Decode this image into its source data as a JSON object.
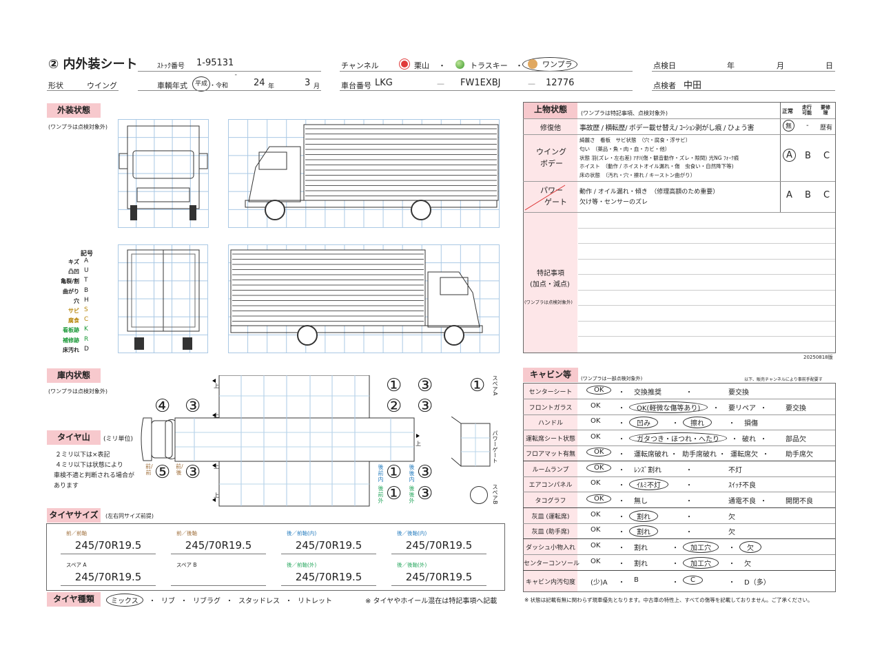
{
  "header": {
    "title": "② 内外装シート",
    "stock_label": "ｽﾄｯｸ番号",
    "stock_no": "1-95131",
    "channel_label": "チャンネル",
    "channels": [
      "栗山",
      "トラスキー",
      "ワンプラ"
    ],
    "dot": "・",
    "inspect_date_label": "点検日",
    "year": "年",
    "month": "月",
    "day": "日",
    "shape_label": "形状",
    "shape": "ウイング",
    "model_year_label": "車輌年式",
    "era_heisei": "平成",
    "era_reiwa": "・令和",
    "tick": "ˉ",
    "year_value": "24",
    "year_unit": "年",
    "month_value": "3",
    "month_unit": "月",
    "chassis_label": "車台番号",
    "chassis_1": "LKG",
    "dash": "—",
    "chassis_2": "FW1EXBJ",
    "chassis_3": "12776",
    "inspector_label": "点検者",
    "inspector": "中田"
  },
  "exterior": {
    "title": "外装状態",
    "note": "(ワンプラは点検対象外)",
    "legend_title": "記号",
    "legend": [
      {
        "label": "キズ",
        "code": "A",
        "color": "#222"
      },
      {
        "label": "凸凹",
        "code": "U",
        "color": "#222"
      },
      {
        "label": "亀裂/割",
        "code": "T",
        "color": "#222"
      },
      {
        "label": "曲がり",
        "code": "B",
        "color": "#222"
      },
      {
        "label": "穴",
        "code": "H",
        "color": "#222"
      },
      {
        "label": "サビ",
        "code": "S",
        "color": "#b8860b"
      },
      {
        "label": "腐食",
        "code": "C",
        "color": "#b8860b"
      },
      {
        "label": "看板跡",
        "code": "K",
        "color": "#1e9a3a"
      },
      {
        "label": "補修跡",
        "code": "R",
        "color": "#1e9a3a"
      },
      {
        "label": "床汚れ",
        "code": "D",
        "color": "#222"
      }
    ]
  },
  "interior": {
    "title": "庫内状態",
    "note": "(ワンプラは点検対象外)",
    "up": "上",
    "power_gate": "パワーゲート",
    "spare_a": "スペアA",
    "spare_b": "スペアB"
  },
  "tread": {
    "title": "タイヤ山",
    "unit": "(ミリ単位)",
    "notes": [
      "２ミリ以下は×表記",
      "４ミリ以下は状態により",
      "車検不適と判断される場合が",
      "あります"
    ],
    "values": {
      "front_front_right": "④",
      "front_rear_right": "③",
      "front_front_left": "⑤",
      "front_rear_left": "③",
      "rear_front_inner_r": "①",
      "rear_rear_inner_r": "③",
      "rear_front_outer_r": "②",
      "rear_rear_outer_r": "③",
      "rear_front_inner_l": "①",
      "rear_rear_inner_l": "③",
      "rear_front_outer_l": "①",
      "rear_rear_outer_l": "③",
      "spare_a": "①",
      "spare_b": ""
    },
    "pos_labels": {
      "ff": "前/前",
      "fr": "前/後",
      "rfi": "後前内",
      "rri": "後後内",
      "rfo": "後前外",
      "rro": "後後外"
    }
  },
  "tire_size": {
    "title": "タイヤサイズ",
    "note": "(左右同サイズ前提)",
    "cells": [
      {
        "label": "前／前軸",
        "value": "245/70R19.5",
        "color": "#a0703c"
      },
      {
        "label": "前／後軸",
        "value": "245/70R19.5",
        "color": "#a0703c"
      },
      {
        "label": "後／前軸(内)",
        "value": "245/70R19.5",
        "color": "#2a7fc0"
      },
      {
        "label": "後／後軸(内)",
        "value": "245/70R19.5",
        "color": "#2a7fc0"
      },
      {
        "label": "スペア A",
        "value": "245/70R19.5",
        "color": "#222"
      },
      {
        "label": "スペア B",
        "value": "",
        "color": "#222"
      },
      {
        "label": "後／前軸(外)",
        "value": "245/70R19.5",
        "color": "#2aa860"
      },
      {
        "label": "後／後軸(外)",
        "value": "245/70R19.5",
        "color": "#2aa860"
      }
    ]
  },
  "tire_type": {
    "title": "タイヤ種類",
    "options": [
      "ミックス",
      "リブ",
      "リブラグ",
      "スタッドレス",
      "リトレット"
    ],
    "selected": "ミックス",
    "note": "※ タイヤやホイール混在は特記事項へ記載"
  },
  "body": {
    "title": "上物状態",
    "note": "(ワンプラは特記事項、点検対象外)",
    "col_heads": [
      "正常",
      "走行可能",
      "要修理"
    ],
    "repair": {
      "label": "修復他",
      "text": "事故歴 / 横転歴/ ボデー載せ替え/ ｺｰｼｮﾝ剥がし痕 /  ひょう害",
      "grades": [
        "無",
        "-",
        "歴有"
      ],
      "selected": "無"
    },
    "wing": {
      "label1": "ウイング",
      "label2": "ボデー",
      "lines": [
        "綺麗さ　看板　サビ状態　（穴・腐食・浮サビ）",
        "匂い　（薬品・魚・肉・血・カビ・他）",
        "状態 羽(ズレ・左右差) ｱｵﾘ(傷・観音動作・ズレ・隙間) 光NG ﾌｫｰｸ痕",
        "ホイスト　（動作 / ホイストオイル漏れ・傷　虫食い・自然降下等)",
        "床の状態　（汚れ・穴・擦れ / キーストン曲がり）"
      ],
      "grades": [
        "A",
        "B",
        "C"
      ],
      "selected": "A"
    },
    "power_gate": {
      "label1": "パワー",
      "label2": "ゲート",
      "lines": [
        "動作 / オイル漏れ・傾き　（修理高額のため重要）",
        "欠け等・センサーのズレ"
      ],
      "grades": [
        "A",
        "B",
        "C"
      ]
    },
    "remarks": {
      "label1": "特記事項",
      "label2": "(加点・減点)",
      "note": "(ワンプラは点検対象外)"
    },
    "version": "20250818版"
  },
  "cabin": {
    "title": "キャビン等",
    "note": "(ワンプラは一部点検対象外)",
    "note_right": "以下、販売チャンネルにより事前手配要す",
    "rows": [
      {
        "label": "センターシート",
        "cells": [
          [
            "OK",
            1
          ],
          [
            "・",
            0
          ],
          [
            "交換推奨",
            0
          ],
          [
            "",
            0
          ],
          [
            "・",
            0
          ],
          [
            "要交換",
            0
          ]
        ]
      },
      {
        "label": "フロントガラス",
        "cells": [
          [
            "OK",
            0
          ],
          [
            "・",
            0
          ],
          [
            "OK(軽微な傷等あり)",
            1
          ],
          [
            "",
            0
          ],
          [
            "・",
            0
          ],
          [
            "要リペア",
            0
          ],
          [
            "・",
            0
          ],
          [
            "要交換",
            0
          ]
        ]
      },
      {
        "label": "ハンドル",
        "cells": [
          [
            "OK",
            0
          ],
          [
            "・",
            0
          ],
          [
            "凹み",
            1
          ],
          [
            "・",
            0
          ],
          [
            "擦れ",
            1
          ],
          [
            "・",
            0
          ],
          [
            "損傷",
            0
          ]
        ]
      },
      {
        "label": "運転席シート状態",
        "cells": [
          [
            "OK",
            0
          ],
          [
            "・",
            0
          ],
          [
            "ガタつき・ほつれ・へたり",
            1
          ],
          [
            "",
            0
          ],
          [
            "・",
            0
          ],
          [
            "破れ",
            0
          ],
          [
            "・",
            0
          ],
          [
            "部品欠",
            0
          ]
        ]
      },
      {
        "label": "フロアマット有無",
        "cells": [
          [
            "OK",
            1
          ],
          [
            "・",
            0
          ],
          [
            "運転席破れ ・",
            0
          ],
          [
            "助手席破れ ・",
            0
          ],
          [
            "",
            0
          ],
          [
            "運転席欠",
            0
          ],
          [
            "・",
            0
          ],
          [
            "助手席欠",
            0
          ]
        ]
      },
      {
        "label": "ルームランプ",
        "cells": [
          [
            "OK",
            1
          ],
          [
            "・",
            0
          ],
          [
            "ﾚﾝｽﾞ割れ",
            0
          ],
          [
            "",
            0
          ],
          [
            "・",
            0
          ],
          [
            "不灯",
            0
          ]
        ]
      },
      {
        "label": "エアコンパネル",
        "cells": [
          [
            "OK",
            0
          ],
          [
            "・",
            0
          ],
          [
            "ｲﾙﾐ不灯",
            1
          ],
          [
            "",
            0
          ],
          [
            "・",
            0
          ],
          [
            "ｽｲｯﾁ不良",
            0
          ]
        ]
      },
      {
        "label": "タコグラフ",
        "cells": [
          [
            "OK",
            1
          ],
          [
            "・",
            0
          ],
          [
            "無し",
            0
          ],
          [
            "",
            0
          ],
          [
            "・",
            0
          ],
          [
            "通電不良",
            0
          ],
          [
            "・",
            0
          ],
          [
            "開閉不良",
            0
          ]
        ]
      },
      {
        "label": "灰皿 (運転席)",
        "cells": [
          [
            "OK",
            0
          ],
          [
            "・",
            0
          ],
          [
            "割れ",
            1
          ],
          [
            "",
            0
          ],
          [
            "・",
            0
          ],
          [
            "欠",
            0
          ]
        ]
      },
      {
        "label": "灰皿 (助手席)",
        "cells": [
          [
            "OK",
            0
          ],
          [
            "・",
            0
          ],
          [
            "割れ",
            1
          ],
          [
            "",
            0
          ],
          [
            "・",
            0
          ],
          [
            "欠",
            0
          ]
        ]
      },
      {
        "label": "ダッシュ小物入れ",
        "cells": [
          [
            "OK",
            0
          ],
          [
            "・",
            0
          ],
          [
            "割れ",
            0
          ],
          [
            "・",
            0
          ],
          [
            "加工穴",
            1
          ],
          [
            "・",
            0
          ],
          [
            "欠",
            1
          ]
        ]
      },
      {
        "label": "センターコンソール",
        "cells": [
          [
            "OK",
            0
          ],
          [
            "・",
            0
          ],
          [
            "割れ",
            0
          ],
          [
            "・",
            0
          ],
          [
            "加工穴",
            1
          ],
          [
            "・",
            0
          ],
          [
            "欠",
            0
          ]
        ]
      },
      {
        "label": "キャビン内汚匂度",
        "cells": [
          [
            "(少)A",
            0
          ],
          [
            "・",
            0
          ],
          [
            "B",
            0
          ],
          [
            "・",
            0
          ],
          [
            "C",
            1
          ],
          [
            "・",
            0
          ],
          [
            "D（多）",
            0
          ]
        ]
      }
    ],
    "footnote": "※ 状態は記載有無に関わらず現車優先となります。中古車の特性上、すべての傷等を記載しておりません。ご了承ください。"
  }
}
